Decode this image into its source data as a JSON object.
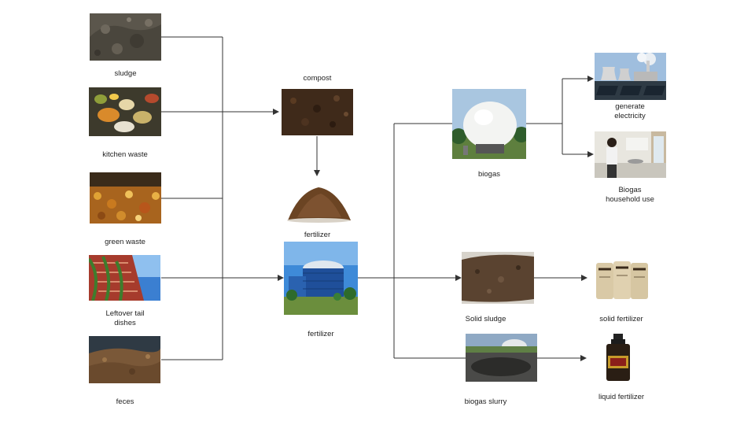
{
  "sources": {
    "sludge": "sludge",
    "kitchen_waste": "kitchen waste",
    "green_waste": "green waste",
    "leftover_line1": "Leftover tail",
    "leftover_line2": "dishes",
    "feces": "feces"
  },
  "middle": {
    "compost": "compost",
    "fertilizer_top": "fertilizer",
    "fertilizer_plant": "fertilizer"
  },
  "outputs": {
    "biogas": "biogas",
    "electricity_line1": "generate",
    "electricity_line2": "electricity",
    "household_line1": "Biogas",
    "household_line2": "household use",
    "solid_sludge": "Solid sludge",
    "solid_fertilizer": "solid fertilizer",
    "biogas_slurry": "biogas slurry",
    "liquid_fertilizer": "liquid fertilizer"
  },
  "colors": {
    "line": "#333333"
  }
}
